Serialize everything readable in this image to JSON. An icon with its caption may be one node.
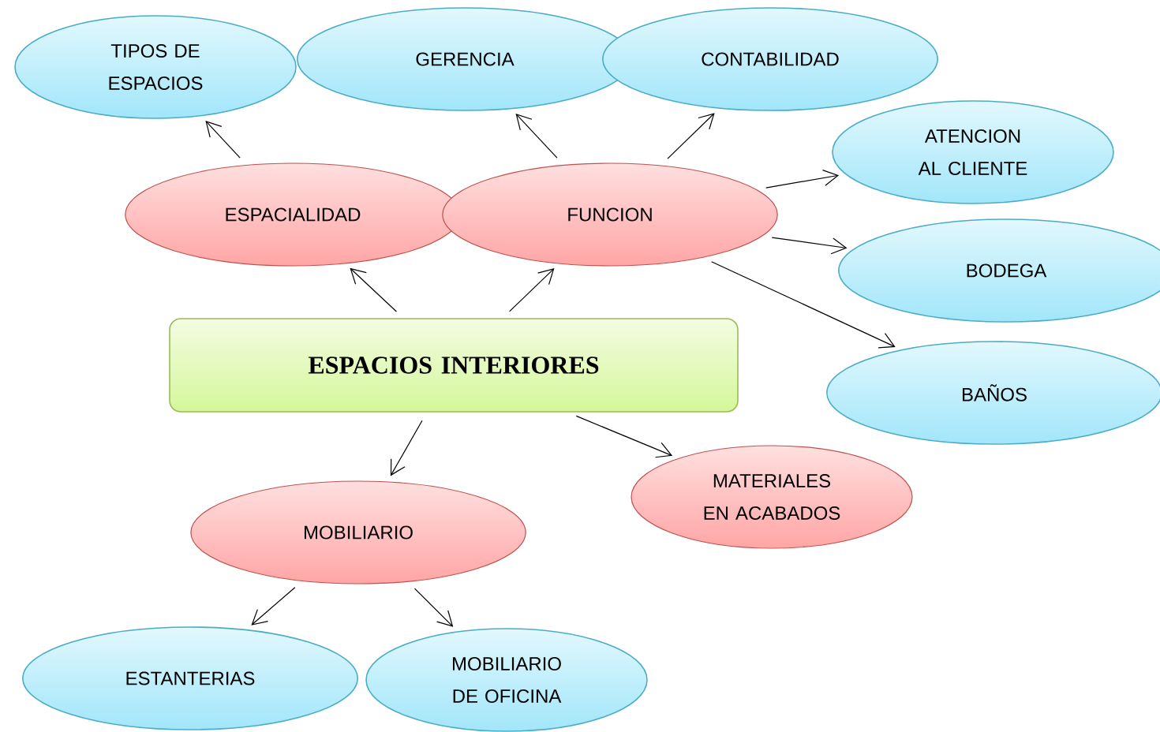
{
  "diagram": {
    "nodes": [
      {
        "text": [
          "TIPOS DE ESPACIOS"
        ]
      },
      {
        "text": [
          "GERENCIA"
        ]
      },
      {
        "text": [
          "CONTABILIDAD"
        ]
      },
      {
        "text": [
          "ATENCION AL CLIENTE"
        ]
      },
      {
        "text": [
          "ESPACIALIDAD"
        ]
      },
      {
        "text": [
          "FUNCION"
        ]
      },
      {
        "text": [
          "BODEGA"
        ]
      },
      {
        "text": [
          "ESPACIOS INTERIORES"
        ]
      },
      {
        "text": [
          "BAÑOS"
        ]
      },
      {
        "text": [
          "MATERIALES EN ACABADOS"
        ]
      },
      {
        "text": [
          "MOBILIARIO"
        ]
      },
      {
        "text": [
          "ESTANTERIAS"
        ]
      },
      {
        "text": [
          "MOBILIARIO DE OFICINA"
        ]
      }
    ],
    "edges": [
      {
        "from": 7,
        "to": 4,
        "arrow": "to"
      },
      {
        "from": 7,
        "to": 5,
        "arrow": "to"
      },
      {
        "from": 4,
        "to": 0,
        "arrow": "to"
      },
      {
        "from": 5,
        "to": 1,
        "arrow": "to"
      },
      {
        "from": 5,
        "to": 2,
        "arrow": "to"
      },
      {
        "from": 5,
        "to": 3,
        "arrow": "to"
      },
      {
        "from": 5,
        "to": 6,
        "arrow": "to"
      },
      {
        "from": 5,
        "to": 8,
        "arrow": "to"
      },
      {
        "from": 7,
        "to": 10,
        "arrow": "to"
      },
      {
        "from": 7,
        "to": 9,
        "arrow": "to"
      },
      {
        "from": 10,
        "to": 11,
        "arrow": "to"
      },
      {
        "from": 10,
        "to": 12,
        "arrow": "to"
      }
    ]
  }
}
